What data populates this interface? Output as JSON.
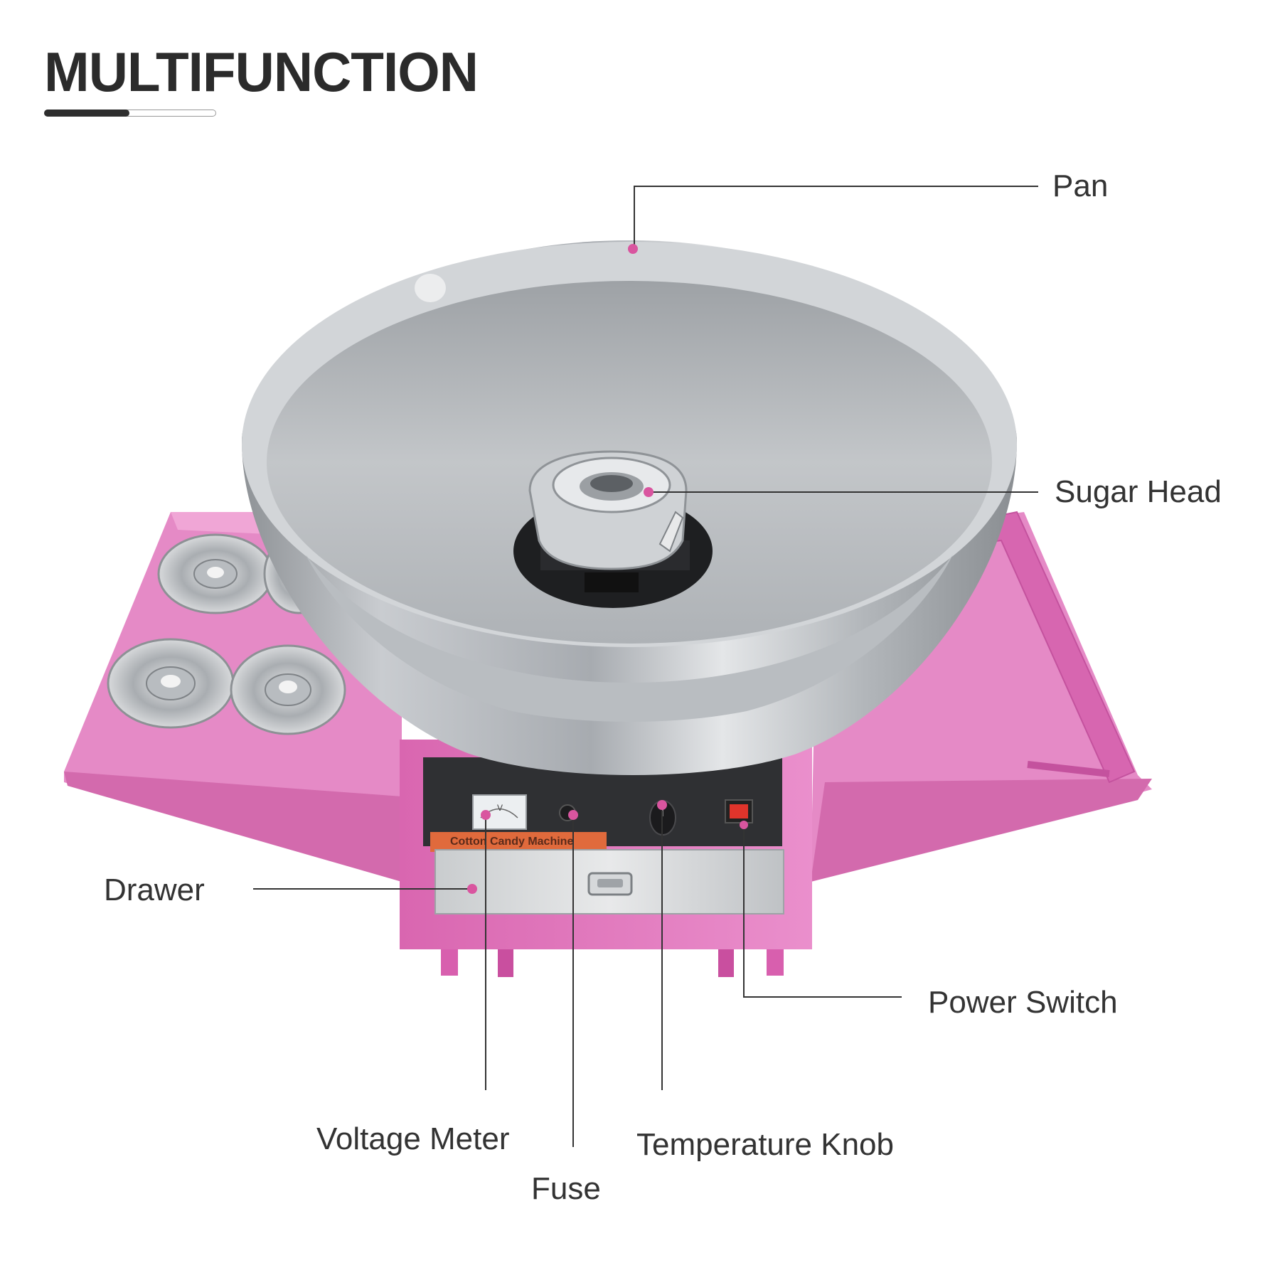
{
  "heading": {
    "title": "MULTIFUNCTION",
    "underline_progress": 0.5
  },
  "callouts": {
    "pan": "Pan",
    "sugar_head": "Sugar Head",
    "drawer": "Drawer",
    "power_switch": "Power Switch",
    "voltage_meter": "Voltage Meter",
    "fuse": "Fuse",
    "temperature_knob": "Temperature Knob"
  },
  "machine": {
    "panel_label": "Cotton Candy Machine",
    "meter_letter": "V"
  },
  "colors": {
    "machine_body": "#e37cc0",
    "callout_dot": "#d9559f",
    "leader_line": "#333333",
    "steel": "#b8bcc1"
  }
}
